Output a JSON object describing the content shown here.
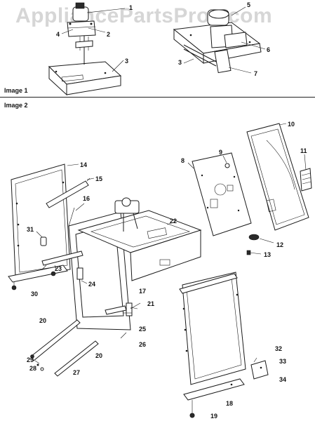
{
  "watermark": "AppliancePartsPros.com",
  "sections": {
    "image1": "Image 1",
    "image2": "Image 2"
  },
  "image1_callouts": [
    "1",
    "2",
    "3",
    "4",
    "5",
    "6",
    "3",
    "7"
  ],
  "image2_callouts": [
    "8",
    "9",
    "10",
    "11",
    "12",
    "13",
    "14",
    "15",
    "16",
    "31",
    "22",
    "23",
    "24",
    "30",
    "17",
    "21",
    "25",
    "26",
    "20",
    "20",
    "29",
    "28",
    "27",
    "32",
    "33",
    "34",
    "18",
    "19"
  ]
}
